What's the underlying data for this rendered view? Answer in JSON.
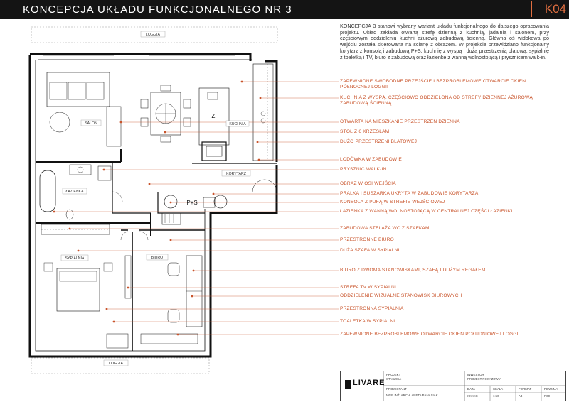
{
  "header": {
    "title": "KONCEPCJA UKŁADU FUNKCJONALNEGO NR 3",
    "sheet_code": "K04"
  },
  "description": "KONCEPCJA 3 stanowi wybrany wariant układu funkcjonalnego do dalszego opracowania projektu. Układ zakłada otwartą strefę dzienną z kuchnią, jadalnią i salonem, przy częściowym oddzieleniu kuchni ażurową zabudową ścienną. Główna oś widokowa po wejściu została skierowana na ścianę z obrazem. W projekcie przewidziano funkcjonalny korytarz z konsolą i zabudową P+S, kuchnię z wyspą i dużą przestrzenią blatową, sypialnię z toaletką i TV, biuro z zabudową oraz łazienkę z wanną wolnostojącą i prysznicem walk-in.",
  "rooms": {
    "loggia_top": "LOGGIA",
    "loggia_bottom": "LOGGIA",
    "salon": "SALON",
    "kuchnia": "KUCHNIA",
    "korytarz": "KORYTARZ",
    "lazienka": "ŁAZIENKA",
    "sypialnia": "SYPIALNIA",
    "biuro": "BIURO",
    "ps": "P+S",
    "z": "Z"
  },
  "callouts": [
    "ZAPEWNIONE SWOBODNE PRZEJŚCIE I BEZPROBLEMOWE OTWARCIE OKIEN PÓŁNOCNEJ LOGGII",
    "KUCHNIA Z WYSPĄ, CZĘŚCIOWO ODDZIELONA OD STREFY DZIENNEJ AŻUROWĄ ZABUDOWĄ ŚCIENNĄ",
    "OTWARTA NA MIESZKANIE PRZESTRZEŃ DZIENNA",
    "STÓŁ Z 6 KRZESŁAMI",
    "DUŻO PRZESTRZENI BLATOWEJ",
    "LODÓWKA W ZABUDOWIE",
    "PRYSZNIC WALK-IN",
    "OBRAZ W OSI WEJŚCIA",
    "PRALKA I SUSZARKA UKRYTA W ZABUDOWIE KORYTARZA",
    "KONSOLA Z PUFĄ W STREFIE WEJŚCIOWEJ",
    "ŁAZIENKA Z WANNĄ WOLNOSTOJĄCĄ W CENTRALNEJ CZĘŚCI ŁAZIENKI",
    "ZABUDOWA STELAŻA WC Z SZAFKAMI",
    "PRZESTRONNE BIURO",
    "DUŻA SZAFA W SYPIALNI",
    "BIURO Z DWOMA STANOWISKAMI, SZAFĄ I DUŻYM REGAŁEM",
    "STREFA TV W SYPIALNI",
    "ODDZIELENIE WIZUALNE STANOWISK BIUROWYCH",
    "PRZESTRONNA SYPIALNIA",
    "TOALETKA W SYPIALNI",
    "ZAPEWNIONE BEZPROBLEMOWE OTWARCIE OKIEN POŁUDNIOWEJ LOGGII"
  ],
  "title_block": {
    "logo": "LIVARE",
    "projekt_label": "PROJEKT",
    "projekt_value": "STASZICA",
    "inwestor_label": "INWESTOR",
    "inwestor_value": "PROJEKT POKAZOWY",
    "projektant_label": "PROJEKTANT",
    "projektant_value": "MGR INŻ. ARCH. ANETA BANASIAK",
    "data_label": "DATA",
    "data_value": "XXXXX",
    "skala_label": "SKALA",
    "skala_value": "1:50",
    "format_label": "FORMAT",
    "format_value": "A3",
    "rewizja_label": "REWIZJA",
    "rewizja_value": "R00"
  },
  "colors": {
    "accent": "#e06e40",
    "header_bg": "#141414",
    "wall": "#111111"
  }
}
